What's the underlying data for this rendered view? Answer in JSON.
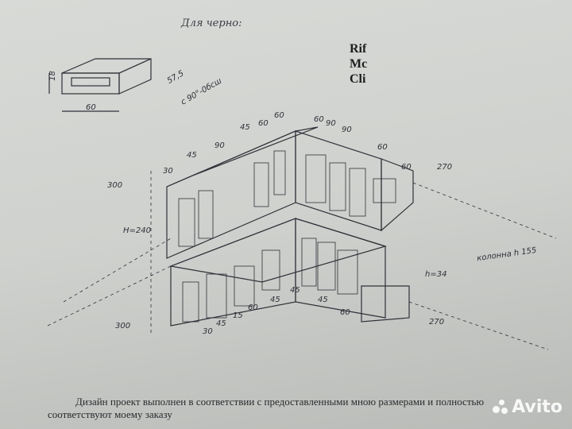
{
  "header_note": "Для черно:",
  "cutoff_text": [
    "Rif",
    "Mc",
    "Cli"
  ],
  "detail_sketch": {
    "height": "18",
    "width": "60",
    "depth": "57,5",
    "note": "с 90°-0бсш"
  },
  "dimensions": {
    "top": [
      "60",
      "90",
      "45",
      "60",
      "60",
      "90",
      "60",
      "60",
      "30",
      "45",
      "90"
    ],
    "bottom": [
      "30",
      "45",
      "15",
      "60",
      "45",
      "45",
      "45",
      "60"
    ],
    "heights": [
      "300",
      "H=240",
      "300",
      "270",
      "270",
      "h=34",
      "h 155"
    ],
    "side_note": "колонна h 155"
  },
  "caption": {
    "line1": "Дизайн проект выполнен в соответствии с предоставленными мною размерами и полностью",
    "line2": "соответствуют моему заказу"
  },
  "watermark": "Avito"
}
